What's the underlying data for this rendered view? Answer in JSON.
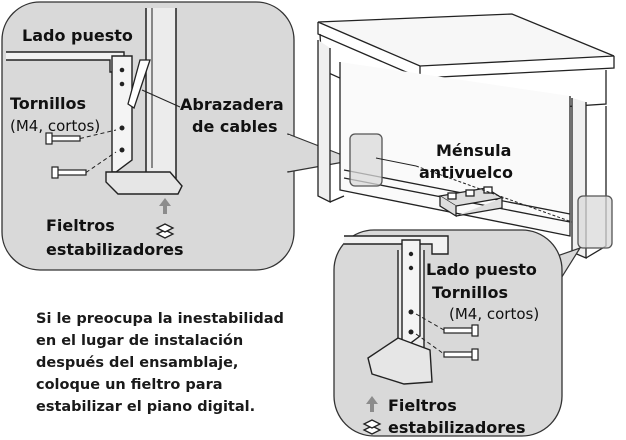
{
  "callout_left": {
    "side_label": "Lado puesto",
    "screws_label": "Tornillos",
    "screws_spec": "(M4, cortos)",
    "clamp_label_line1": "Abrazadera",
    "clamp_label_line2": "de cables",
    "felts_label_line1": "Fieltros",
    "felts_label_line2": "estabilizadores"
  },
  "main_view": {
    "bracket_label_line1": "Ménsula",
    "bracket_label_line2": "antivuelco"
  },
  "callout_right": {
    "side_label": "Lado puesto",
    "screws_label": "Tornillos",
    "screws_spec": "(M4, cortos)",
    "felts_label_line1": "Fieltros",
    "felts_label_line2": "estabilizadores"
  },
  "note": {
    "lines": [
      "Si le preocupa la inestabilidad",
      "en el lugar de instalación",
      "después del ensamblaje,",
      "coloque un fieltro para",
      "estabilizar el piano digital."
    ]
  },
  "colors": {
    "callout_fill": "#d9d9d9",
    "line": "#222222",
    "arrow": "#8c8c8c"
  }
}
